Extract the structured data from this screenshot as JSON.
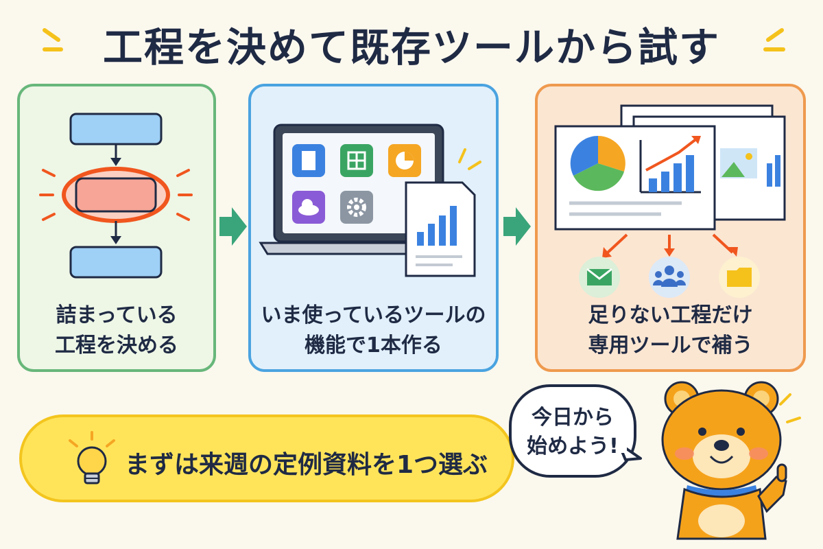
{
  "title": "工程を決めて既存ツールから試す",
  "steps": [
    {
      "line1": "詰まっている",
      "line2": "工程を決める"
    },
    {
      "line1": "いま使っているツールの",
      "line2": "機能で1本作る"
    },
    {
      "line1": "足りない工程だけ",
      "line2": "専用ツールで補う"
    }
  ],
  "tip": "まずは来週の定例資料を1つ選ぶ",
  "speech": {
    "line1": "今日から",
    "line2": "始めよう!"
  },
  "colors": {
    "green": "#67b77a",
    "blue": "#4aa3e0",
    "orange": "#ef9a4e",
    "arrow": "#3aa57a",
    "highlight": "#f0561e",
    "navy": "#1f2a44",
    "yellow": "#ffe45a"
  },
  "icons": [
    "document-icon",
    "spreadsheet-icon",
    "pie-chart-icon",
    "cloud-icon",
    "gear-icon",
    "mail-icon",
    "team-icon",
    "folder-icon",
    "lightbulb-icon"
  ]
}
